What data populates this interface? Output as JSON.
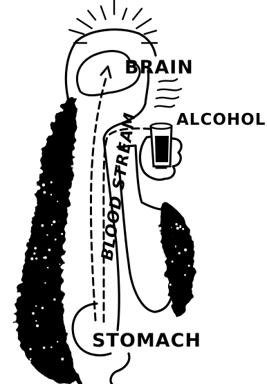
{
  "diagram": {
    "labels": {
      "brain": "BRAIN",
      "alcohol": "ALCOHOL",
      "blood_stream": "BLOOD STREAM",
      "stomach": "STOMACH"
    },
    "colors": {
      "ink": "#000000",
      "paper": "#ffffff"
    }
  }
}
